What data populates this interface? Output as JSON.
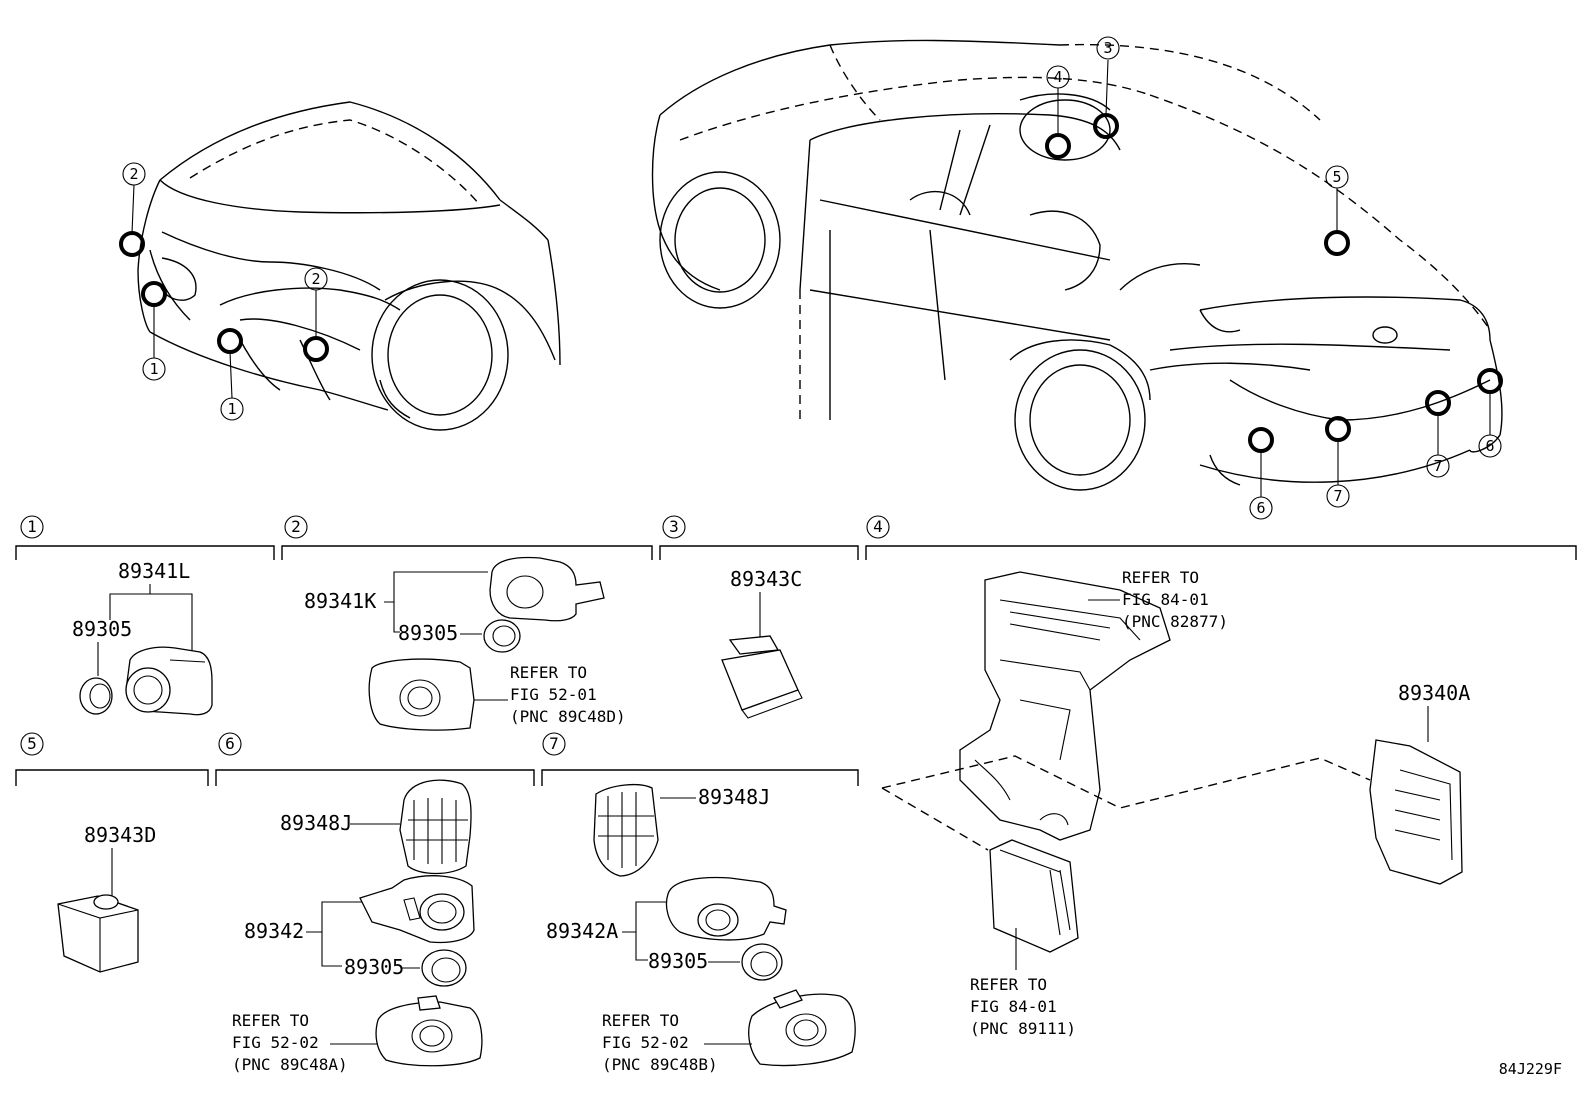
{
  "diagram": {
    "code": "84J229F",
    "markers": {
      "m1": "1",
      "m2": "2",
      "m3": "3",
      "m4": "4",
      "m5": "5",
      "m6": "6",
      "m7": "7"
    },
    "section1": {
      "header": "1",
      "parts": {
        "p_89341L": "89341L",
        "p_89305": "89305"
      }
    },
    "section2": {
      "header": "2",
      "parts": {
        "p_89341K": "89341K",
        "p_89305": "89305"
      },
      "refer": {
        "line1": "REFER TO",
        "line2": "FIG 52-01",
        "line3": "(PNC 89C48D)"
      }
    },
    "section3": {
      "header": "3",
      "parts": {
        "p_89343C": "89343C"
      }
    },
    "section4": {
      "header": "4",
      "parts": {
        "p_89340A": "89340A"
      },
      "refer_top": {
        "line1": "REFER TO",
        "line2": "FIG 84-01",
        "line3": "(PNC 82877)"
      },
      "refer_bottom": {
        "line1": "REFER TO",
        "line2": "FIG 84-01",
        "line3": "(PNC 89111)"
      }
    },
    "section5": {
      "header": "5",
      "parts": {
        "p_89343D": "89343D"
      }
    },
    "section6": {
      "header": "6",
      "parts": {
        "p_89348J": "89348J",
        "p_89342": "89342",
        "p_89305": "89305"
      },
      "refer": {
        "line1": "REFER TO",
        "line2": "FIG 52-02",
        "line3": "(PNC 89C48A)"
      }
    },
    "section7": {
      "header": "7",
      "parts": {
        "p_89348J": "89348J",
        "p_89342A": "89342A",
        "p_89305": "89305"
      },
      "refer": {
        "line1": "REFER TO",
        "line2": "FIG 52-02",
        "line3": "(PNC 89C48B)"
      }
    }
  }
}
